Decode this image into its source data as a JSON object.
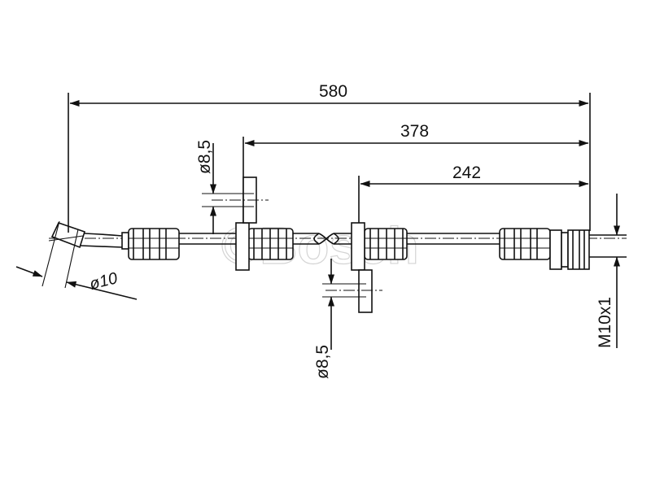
{
  "dimensions": {
    "overall_length": "580",
    "length_to_first_bracket": "378",
    "length_to_second_bracket": "242",
    "first_bracket_hole": "ø8,5",
    "second_bracket_hole": "ø8,5",
    "hose_end_diameter": "ø10",
    "thread": "M10x1"
  },
  "watermark": "©Bosch"
}
